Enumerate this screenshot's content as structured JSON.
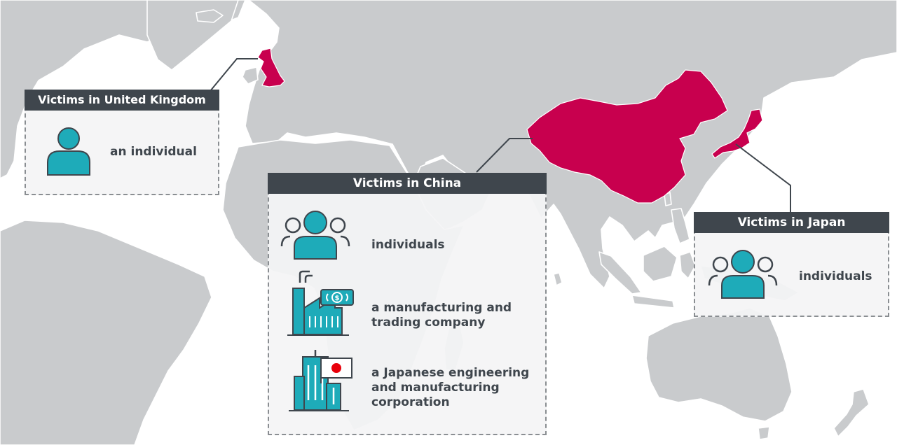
{
  "colors": {
    "land": "#c9cbcd",
    "highlight": "#c8004e",
    "teal": "#1eabb9",
    "dark": "#3f464d",
    "panel": "#f4f4f5"
  },
  "uk": {
    "title": "Victims in United Kingdom",
    "items": [
      {
        "icon": "person-icon",
        "text": "an individual"
      }
    ]
  },
  "china": {
    "title": "Victims in China",
    "items": [
      {
        "icon": "people-group-icon",
        "lines": [
          "individuals"
        ]
      },
      {
        "icon": "factory-money-icon",
        "lines": [
          "a manufacturing and",
          "trading company"
        ]
      },
      {
        "icon": "office-building-japan-flag-icon",
        "lines": [
          "a Japanese engineering",
          "and manufacturing",
          "corporation"
        ]
      }
    ]
  },
  "japan": {
    "title": "Victims in Japan",
    "items": [
      {
        "icon": "people-group-icon",
        "text": "individuals"
      }
    ]
  },
  "highlighted_countries": [
    "United Kingdom",
    "China",
    "Japan"
  ]
}
